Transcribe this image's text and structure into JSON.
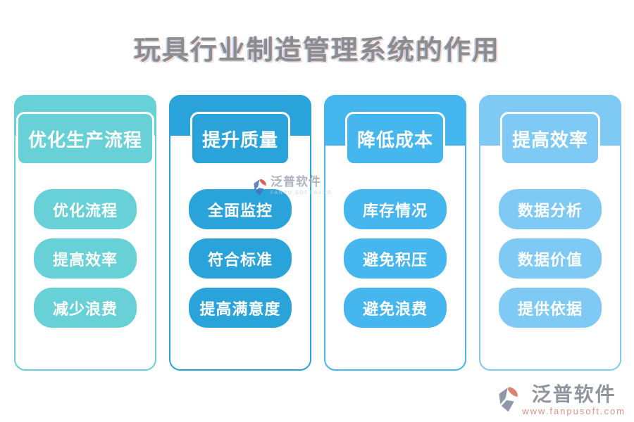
{
  "page": {
    "title": "玩具行业制造管理系统的作用",
    "title_color": "#8c8c8c",
    "background": "#ffffff"
  },
  "columns": [
    {
      "header": "优化生产流程",
      "color": "#67d1d7",
      "items": [
        "优化流程",
        "提高效率",
        "减少浪费"
      ]
    },
    {
      "header": "提升质量",
      "color": "#2aa3db",
      "items": [
        "全面监控",
        "符合标准",
        "提高满意度"
      ]
    },
    {
      "header": "降低成本",
      "color": "#46b6ef",
      "items": [
        "库存情况",
        "避免积压",
        "避免浪费"
      ]
    },
    {
      "header": "提高效率",
      "color": "#7fc9f5",
      "items": [
        "数据分析",
        "数据价值",
        "提供依据"
      ]
    }
  ],
  "watermark": {
    "icon": "fanpu-swoosh-icon",
    "brand": "泛普软件",
    "subtitle": "FANPU SOFTWARE",
    "brand_color": "#a0a8b2",
    "subtitle_color": "#b7d4ec"
  },
  "footer_logo": {
    "icon": "fanpu-swoosh-icon",
    "brand": "泛普软件",
    "url": "www.fanpusoft.com",
    "brand_color": "#8f959d",
    "url_color": "#dd9388"
  }
}
